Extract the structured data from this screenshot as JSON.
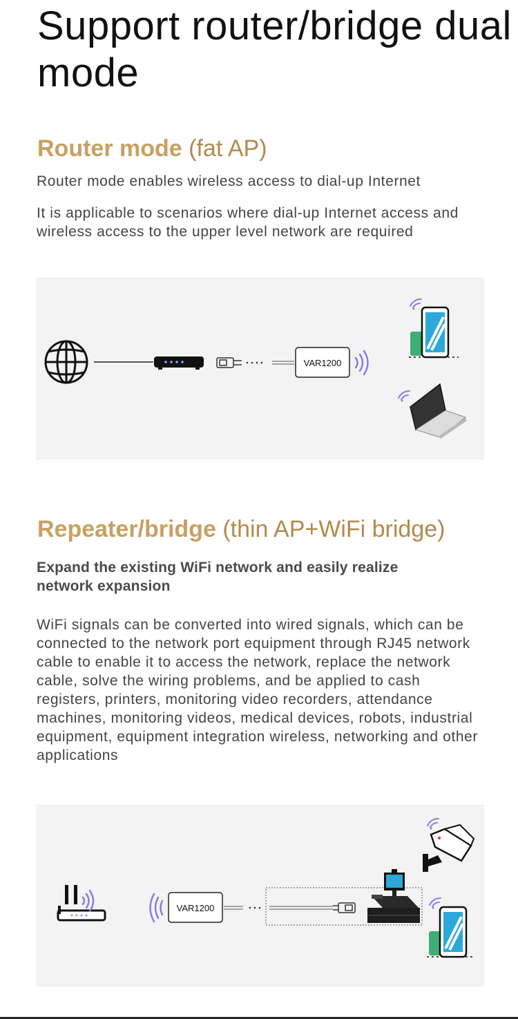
{
  "title": "Support router/bridge dual mode",
  "router": {
    "heading_strong": "Router mode",
    "heading_light": "(fat AP)",
    "line1": "Router mode enables wireless access to dial-up Internet",
    "line2": "It is applicable to scenarios where dial-up Internet access and wireless access to the upper level network are required",
    "device_label": "VAR1200"
  },
  "bridge": {
    "heading_strong": "Repeater/bridge",
    "heading_light": "(thin AP+WiFi bridge)",
    "line1": "Expand the existing WiFi network and easily realize network expansion",
    "line2": "WiFi signals can be converted into wired signals, which can be connected to the network port equipment through RJ45 network cable to enable it to access the network, replace the network cable, solve the wiring problems, and be applied to cash registers, printers, monitoring video recorders, attendance machines, monitoring videos, medical devices, robots, industrial equipment, equipment integration wireless, networking and other applications",
    "device_label": "VAR1200"
  },
  "colors": {
    "accent_gold": "#c9a062",
    "wifi_purple": "#8c7be0",
    "phone_blue": "#2ba9d8",
    "panel_bg": "#f3f3f3"
  }
}
